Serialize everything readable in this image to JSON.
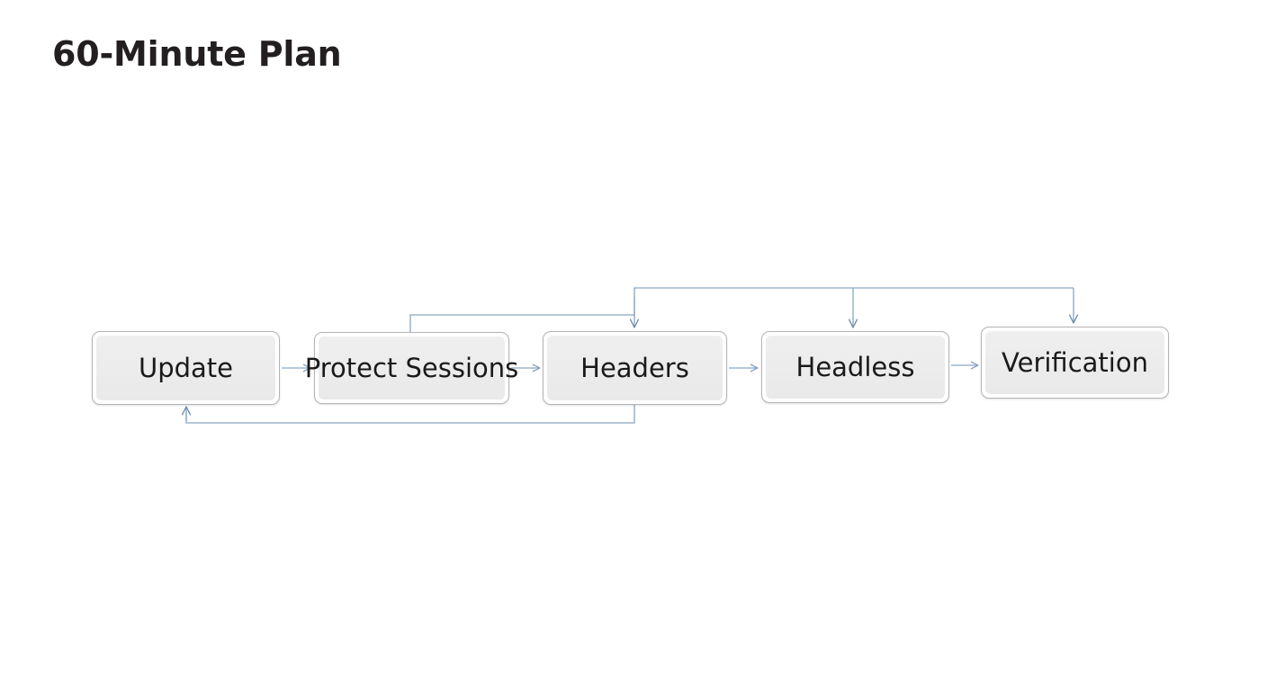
{
  "page": {
    "title": "60-Minute Plan",
    "background_color": "#ffffff"
  },
  "theme": {
    "title_color": "#231f20",
    "node_fill": "#ececec",
    "node_border": "#b5b5b5",
    "node_text": "#1a1a1a",
    "connector_color": "#7e9cba"
  },
  "chart_data": {
    "type": "diagram",
    "diagram_kind": "flowchart",
    "title": "60-Minute Plan",
    "orientation": "left-to-right",
    "nodes": [
      {
        "id": "update",
        "label": "Update"
      },
      {
        "id": "protect_sessions",
        "label": "Protect Sessions"
      },
      {
        "id": "headers",
        "label": "Headers"
      },
      {
        "id": "headless",
        "label": "Headless"
      },
      {
        "id": "verification",
        "label": "Verification"
      }
    ],
    "edges": [
      {
        "from": "update",
        "to": "protect_sessions",
        "style": "straight",
        "label": ""
      },
      {
        "from": "protect_sessions",
        "to": "headers",
        "style": "straight",
        "label": ""
      },
      {
        "from": "headers",
        "to": "headless",
        "style": "straight",
        "label": ""
      },
      {
        "from": "headless",
        "to": "verification",
        "style": "straight",
        "label": ""
      },
      {
        "from": "protect_sessions",
        "to": "headers",
        "style": "routed-over-top",
        "label": ""
      },
      {
        "from": "headers",
        "to": "headless",
        "style": "routed-over-top",
        "label": ""
      },
      {
        "from": "headers",
        "to": "verification",
        "style": "routed-over-top",
        "label": ""
      },
      {
        "from": "headers",
        "to": "update",
        "style": "feedback-loop-under",
        "label": ""
      }
    ]
  },
  "nodes": {
    "update": {
      "label": "Update"
    },
    "protect_sessions": {
      "label": "Protect Sessions"
    },
    "headers": {
      "label": "Headers"
    },
    "headless": {
      "label": "Headless"
    },
    "verification": {
      "label": "Verification"
    }
  }
}
